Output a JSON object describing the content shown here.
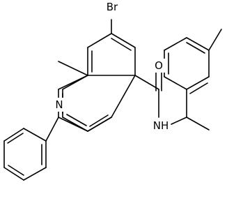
{
  "structure": {
    "atom_labels": {
      "bromine": "Br",
      "quinoline_nitrogen": "N",
      "carbonyl_oxygen": "O",
      "amide_nh": "NH"
    }
  }
}
